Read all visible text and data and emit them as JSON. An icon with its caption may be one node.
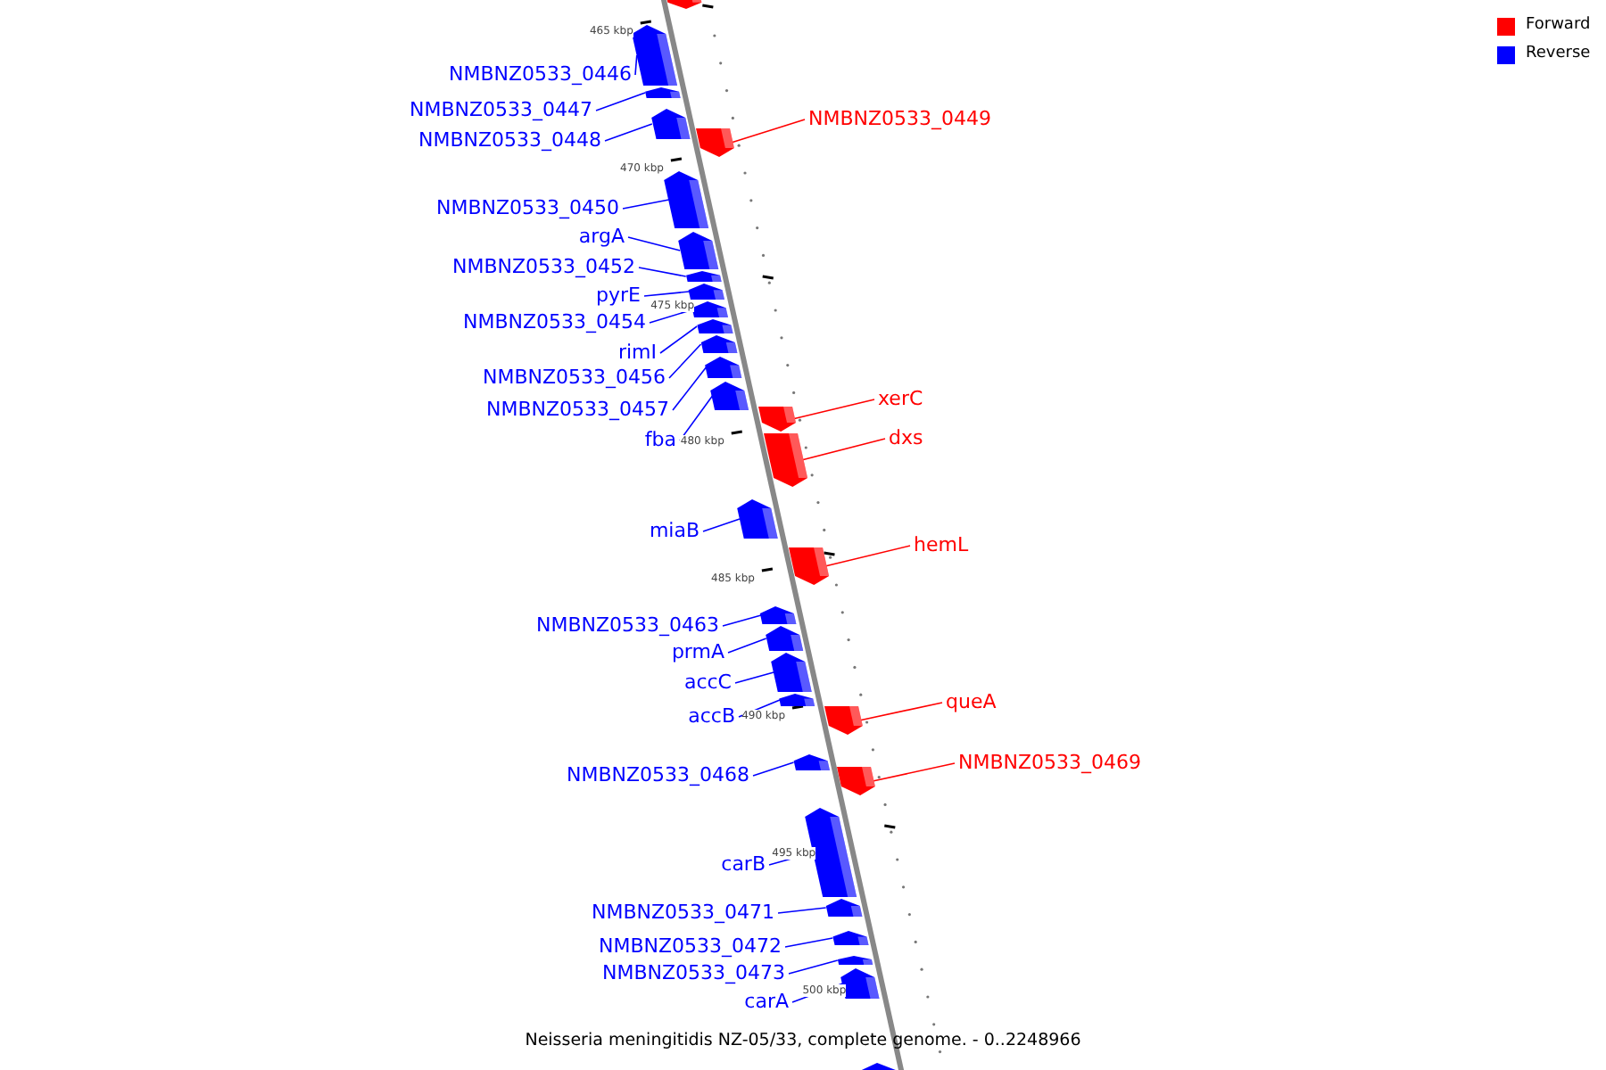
{
  "diagram": {
    "caption": "Neisseria meningitidis NZ-05/33, complete genome. - 0..2248966",
    "nodes": [
      {
        "text": [],
        "shape": "box"
      },
      {
        "text": [
          "NMBNZ0533_0446"
        ]
      },
      {
        "text": [],
        "shape": "box"
      },
      {
        "text": [
          "NMBNZ0533_0447"
        ]
      },
      {
        "text": [],
        "shape": "box"
      },
      {
        "text": [
          "NMBNZ0533_0448"
        ]
      },
      {
        "text": [],
        "shape": "box"
      },
      {
        "text": [
          "NMBNZ0533_0449"
        ]
      },
      {
        "text": [],
        "shape": "box"
      },
      {
        "text": [
          "NMBNZ0533_0450"
        ]
      },
      {
        "text": [],
        "shape": "box"
      },
      {
        "text": [
          "argA"
        ]
      },
      {
        "text": [],
        "shape": "box"
      },
      {
        "text": [
          "NMBNZ0533_0452"
        ]
      },
      {
        "text": [],
        "shape": "box"
      },
      {
        "text": [
          "pyrE"
        ]
      },
      {
        "text": [],
        "shape": "box"
      },
      {
        "text": [
          "NMBNZ0533_0454"
        ]
      },
      {
        "text": [],
        "shape": "box"
      },
      {
        "text": [
          "rimI"
        ]
      },
      {
        "text": [],
        "shape": "box"
      },
      {
        "text": [
          "NMBNZ0533_0456"
        ]
      },
      {
        "text": [],
        "shape": "box"
      },
      {
        "text": [
          "NMBNZ0533_0457"
        ]
      },
      {
        "text": [],
        "shape": "box"
      },
      {
        "text": [
          "fba"
        ]
      },
      {
        "text": [],
        "shape": "box"
      },
      {
        "text": [
          "xerC"
        ]
      },
      {
        "text": [],
        "shape": "box"
      },
      {
        "text": [
          "dxs"
        ]
      },
      {
        "text": [],
        "shape": "box"
      },
      {
        "text": [
          "miaB"
        ]
      },
      {
        "text": [],
        "shape": "box"
      },
      {
        "text": [
          "hemL"
        ]
      },
      {
        "text": [],
        "shape": "box"
      },
      {
        "text": [
          "NMBNZ0533_0463"
        ]
      },
      {
        "text": [],
        "shape": "box"
      },
      {
        "text": [
          "prmA"
        ]
      },
      {
        "text": [],
        "shape": "box"
      },
      {
        "text": [
          "accC"
        ]
      },
      {
        "text": [],
        "shape": "box"
      },
      {
        "text": [
          "accB"
        ]
      },
      {
        "text": [],
        "shape": "box"
      },
      {
        "text": [
          "queA"
        ]
      },
      {
        "text": [],
        "shape": "box"
      },
      {
        "text": [
          "NMBNZ0533_0468"
        ]
      },
      {
        "text": [],
        "shape": "box"
      },
      {
        "text": [
          "NMBNZ0533_0469"
        ]
      },
      {
        "text": [],
        "shape": "box"
      },
      {
        "text": [
          "carB"
        ]
      },
      {
        "text": [],
        "shape": "box"
      },
      {
        "text": [
          "NMBNZ0533_0471"
        ]
      },
      {
        "text": [],
        "shape": "box"
      },
      {
        "text": [
          "NMBNZ0533_0472"
        ]
      },
      {
        "text": [],
        "shape": "box"
      },
      {
        "text": [
          "NMBNZ0533_0473"
        ]
      },
      {
        "text": [],
        "shape": "box"
      },
      {
        "text": [
          "carA"
        ]
      },
      {
        "text": [],
        "shape": "box"
      },
      {
        "text": [],
        "shape": "box"
      }
    ],
    "edges": [
      {
        "from": 1,
        "to": 2,
        "arrow": "none"
      },
      {
        "from": 3,
        "to": 4,
        "arrow": "none"
      },
      {
        "from": 5,
        "to": 6,
        "arrow": "none"
      },
      {
        "from": 7,
        "to": 8,
        "arrow": "none",
        "color": "#ff0000"
      },
      {
        "from": 9,
        "to": 10,
        "arrow": "none"
      },
      {
        "from": 11,
        "to": 12,
        "arrow": "none"
      },
      {
        "from": 13,
        "to": 14,
        "arrow": "none"
      },
      {
        "from": 15,
        "to": 16,
        "arrow": "none"
      },
      {
        "from": 17,
        "to": 18,
        "arrow": "none"
      },
      {
        "from": 19,
        "to": 20,
        "arrow": "none"
      },
      {
        "from": 21,
        "to": 22,
        "arrow": "none"
      },
      {
        "from": 23,
        "to": 24,
        "arrow": "none"
      },
      {
        "from": 25,
        "to": 26,
        "arrow": "none"
      },
      {
        "from": 27,
        "to": 28,
        "arrow": "none",
        "color": "#ff0000"
      },
      {
        "from": 29,
        "to": 30,
        "arrow": "none",
        "color": "#ff0000"
      },
      {
        "from": 31,
        "to": 32,
        "arrow": "none"
      },
      {
        "from": 33,
        "to": 34,
        "arrow": "none",
        "color": "#ff0000"
      },
      {
        "from": 35,
        "to": 36,
        "arrow": "none"
      },
      {
        "from": 37,
        "to": 38,
        "arrow": "none"
      },
      {
        "from": 39,
        "to": 40,
        "arrow": "none"
      },
      {
        "from": 41,
        "to": 42,
        "arrow": "none"
      },
      {
        "from": 43,
        "to": 44,
        "arrow": "none",
        "color": "#ff0000"
      },
      {
        "from": 45,
        "to": 46,
        "arrow": "none"
      },
      {
        "from": 47,
        "to": 48,
        "arrow": "none",
        "color": "#ff0000"
      },
      {
        "from": 49,
        "to": 50,
        "arrow": "none"
      },
      {
        "from": 51,
        "to": 52,
        "arrow": "none"
      },
      {
        "from": 53,
        "to": 54,
        "arrow": "none"
      },
      {
        "from": 55,
        "to": 56,
        "arrow": "none"
      },
      {
        "from": 57,
        "to": 58,
        "arrow": "none"
      }
    ],
    "labels": [
      "465 kbp",
      "470 kbp",
      "475 kbp",
      "480 kbp",
      "485 kbp",
      "490 kbp",
      "495 kbp",
      "500 kbp"
    ],
    "legend": [
      {
        "text": "Forward",
        "color": "#ff0000"
      },
      {
        "text": "Reverse",
        "color": "#0000ff"
      }
    ]
  }
}
